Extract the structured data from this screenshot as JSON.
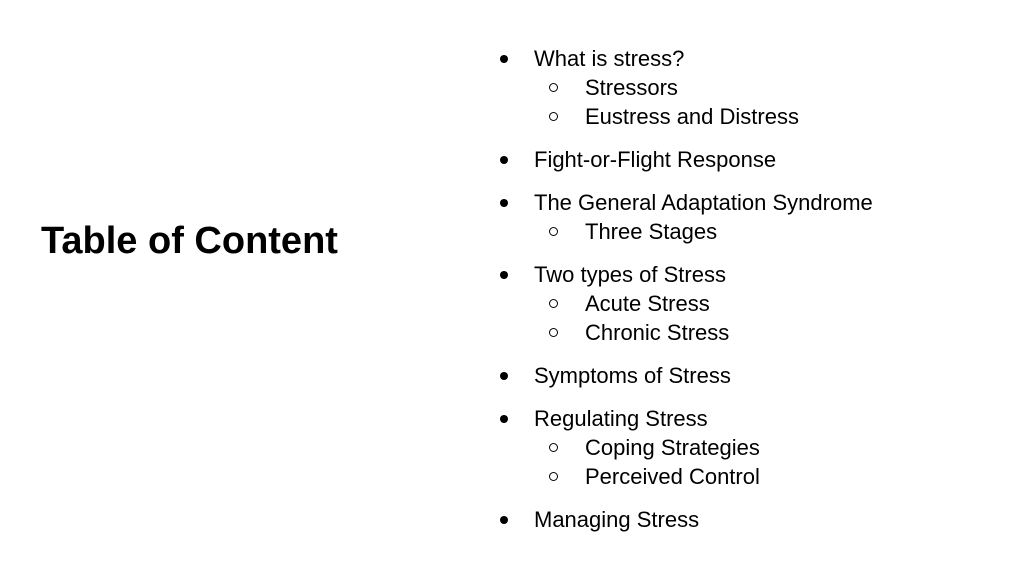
{
  "slide": {
    "title": "Table of Content",
    "items": [
      {
        "label": "What is stress?",
        "subitems": [
          "Stressors",
          "Eustress and Distress"
        ]
      },
      {
        "label": "Fight-or-Flight Response",
        "subitems": []
      },
      {
        "label": "The General Adaptation Syndrome",
        "subitems": [
          "Three Stages"
        ]
      },
      {
        "label": "Two types of Stress",
        "subitems": [
          "Acute Stress",
          "Chronic Stress"
        ]
      },
      {
        "label": "Symptoms of Stress",
        "subitems": []
      },
      {
        "label": "Regulating Stress",
        "subitems": [
          "Coping Strategies",
          "Perceived Control"
        ]
      },
      {
        "label": "Managing Stress",
        "subitems": []
      }
    ]
  },
  "colors": {
    "background": "#ffffff",
    "text": "#000000"
  },
  "icons": {
    "main_bullet": "filled-circle-bullet-icon",
    "sub_bullet": "hollow-circle-bullet-icon"
  }
}
